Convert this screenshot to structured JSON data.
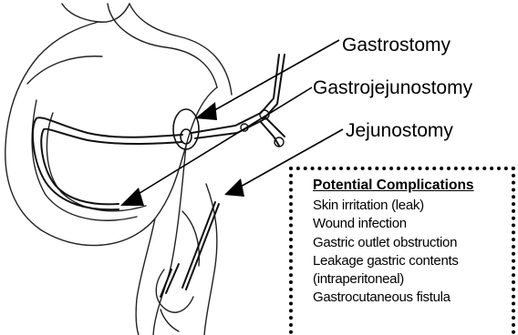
{
  "labels": {
    "gastrostomy": "Gastrostomy",
    "gastrojejunostomy": "Gastrojejunostomy",
    "jejunostomy": "Jejunostomy"
  },
  "complications": {
    "title": "Potential Complications",
    "items": [
      "Skin irritation (leak)",
      "Wound infection",
      "Gastric outlet obstruction",
      "Leakage gastric contents",
      "(intraperitoneal)",
      "Gastrocutaneous fistula"
    ]
  },
  "colors": {
    "ink": "#000000",
    "background": "#ffffff"
  }
}
